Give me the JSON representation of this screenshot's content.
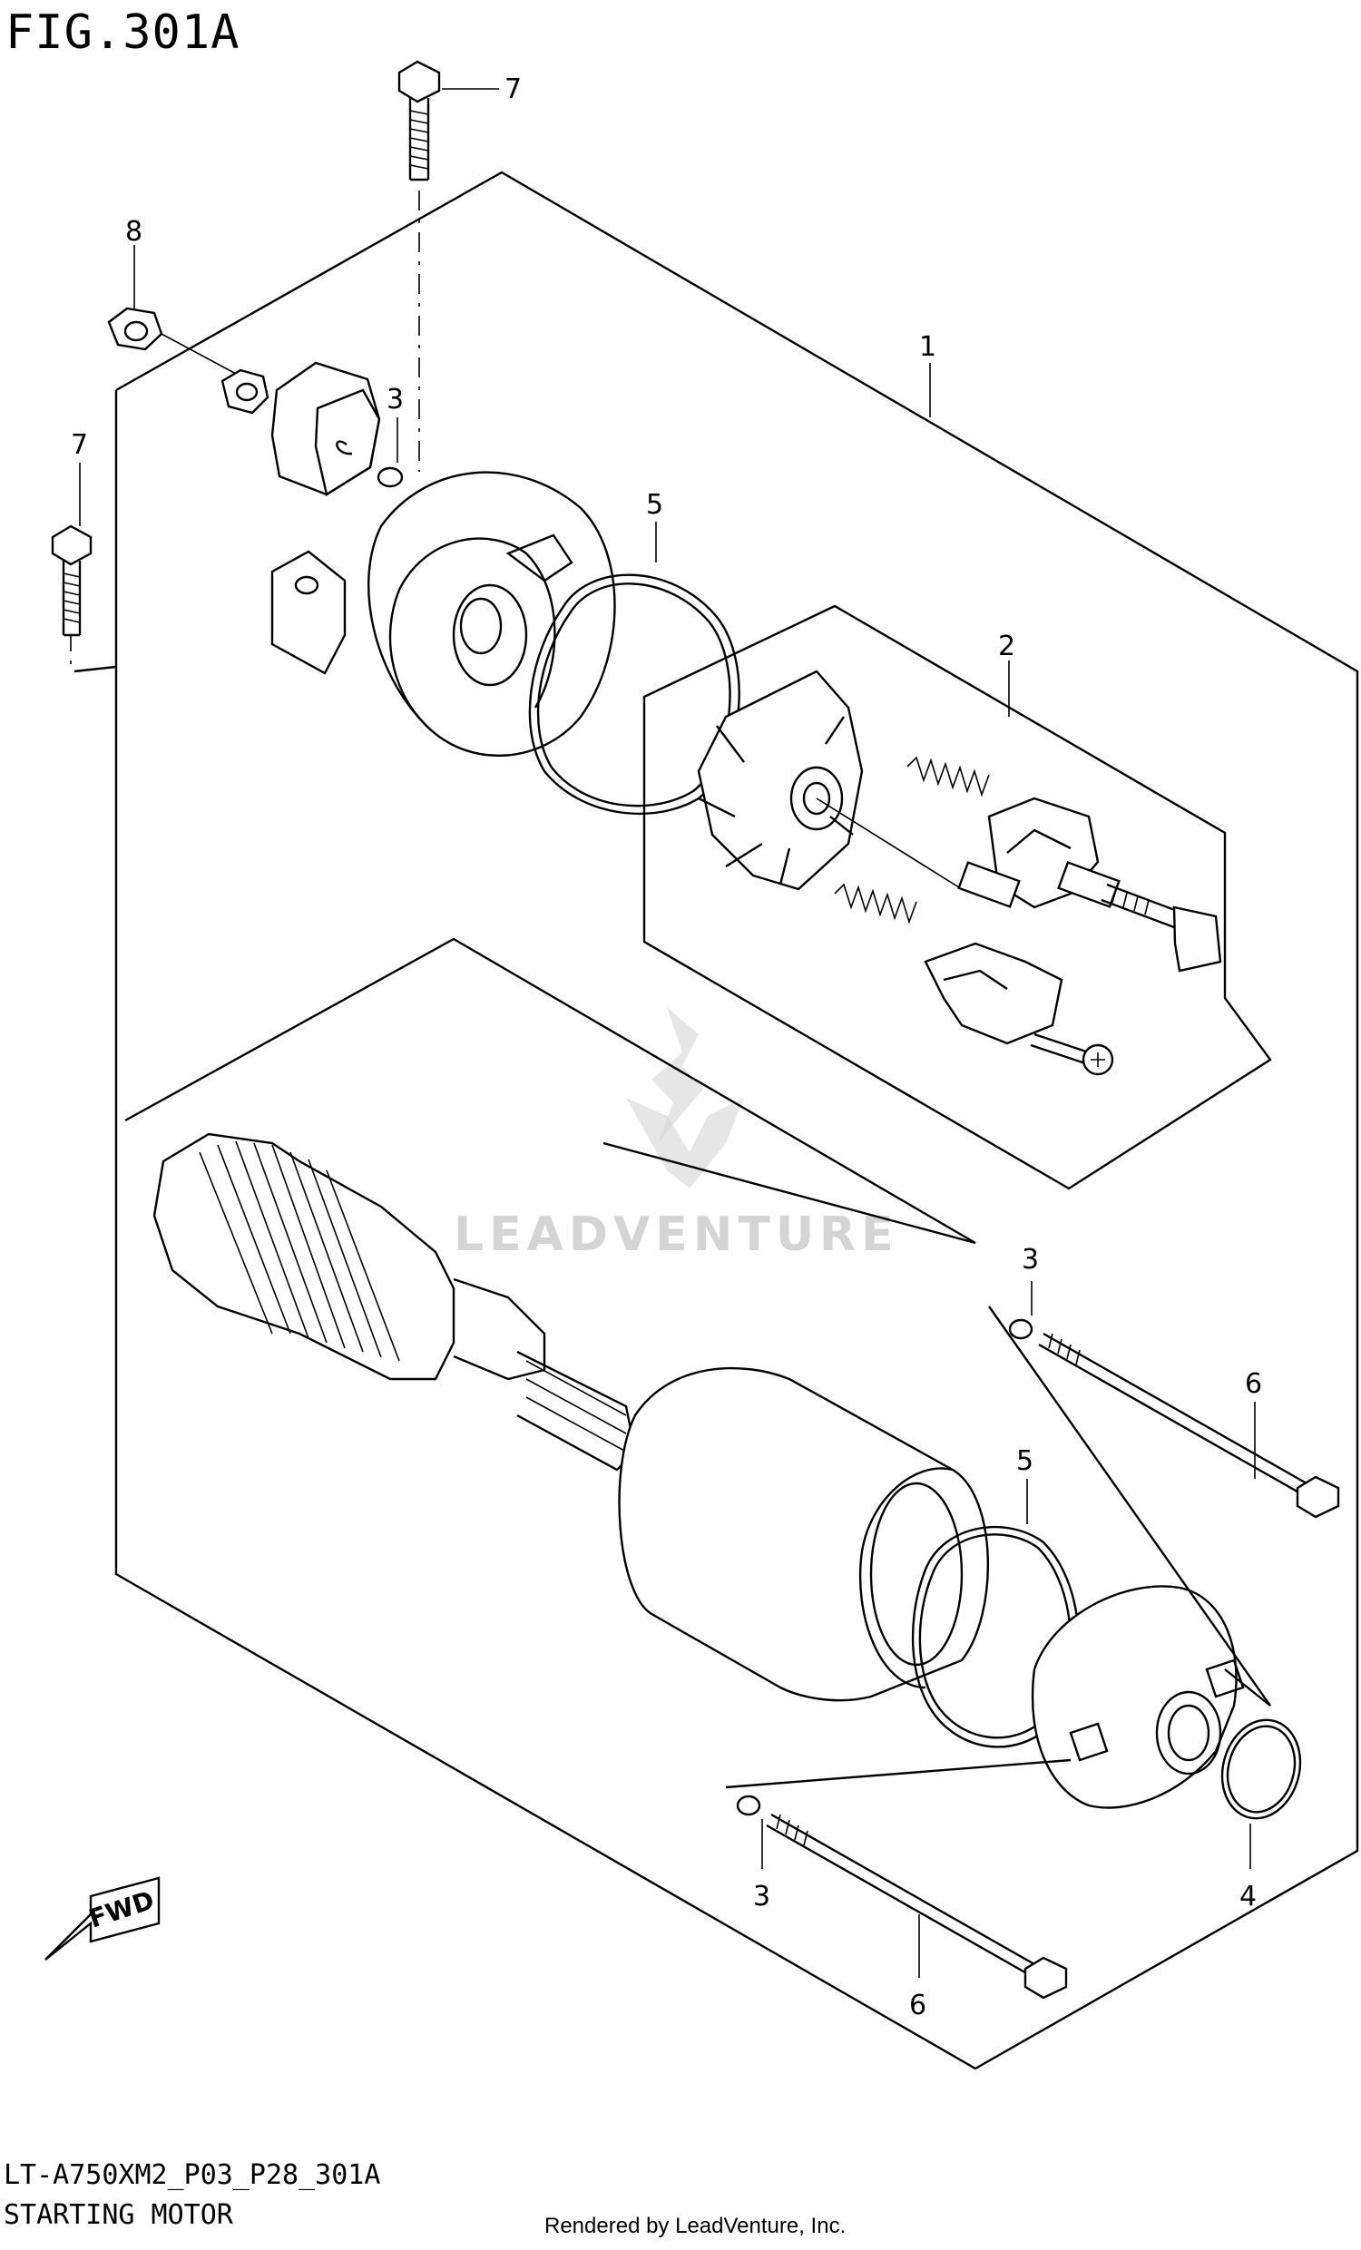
{
  "figure": {
    "title": "FIG.301A",
    "model_code": "LT-A750XM2_P03_P28_301A",
    "caption": "STARTING MOTOR",
    "credit": "Rendered by LeadVenture, Inc."
  },
  "watermark": {
    "text": "LEADVENTURE"
  },
  "fwd_label": "FWD",
  "callouts": [
    {
      "id": "c1",
      "label": "1"
    },
    {
      "id": "c2",
      "label": "2"
    },
    {
      "id": "c3a",
      "label": "3"
    },
    {
      "id": "c3b",
      "label": "3"
    },
    {
      "id": "c3c",
      "label": "3"
    },
    {
      "id": "c4",
      "label": "4"
    },
    {
      "id": "c5a",
      "label": "5"
    },
    {
      "id": "c5b",
      "label": "5"
    },
    {
      "id": "c6a",
      "label": "6"
    },
    {
      "id": "c6b",
      "label": "6"
    },
    {
      "id": "c7a",
      "label": "7"
    },
    {
      "id": "c7b",
      "label": "7"
    },
    {
      "id": "c8",
      "label": "8"
    }
  ]
}
